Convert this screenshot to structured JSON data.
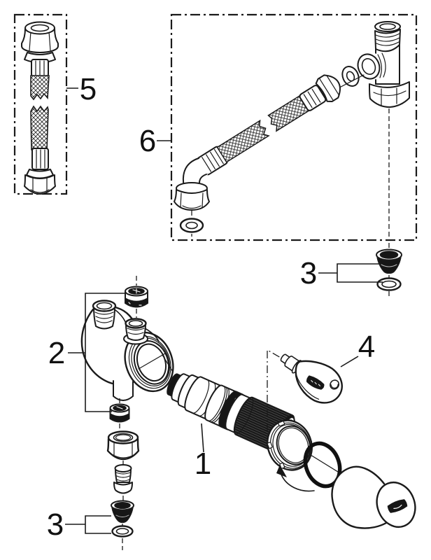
{
  "diagram": {
    "kind": "exploded-parts-diagram",
    "callouts": {
      "c1": "1",
      "c2": "2",
      "c3_right": "3",
      "c3_bottom": "3",
      "c4": "4",
      "c5": "5",
      "c6": "6"
    },
    "colors": {
      "line": "#1a1a1a",
      "dark_fill": "#161616",
      "background": "#ffffff"
    }
  }
}
